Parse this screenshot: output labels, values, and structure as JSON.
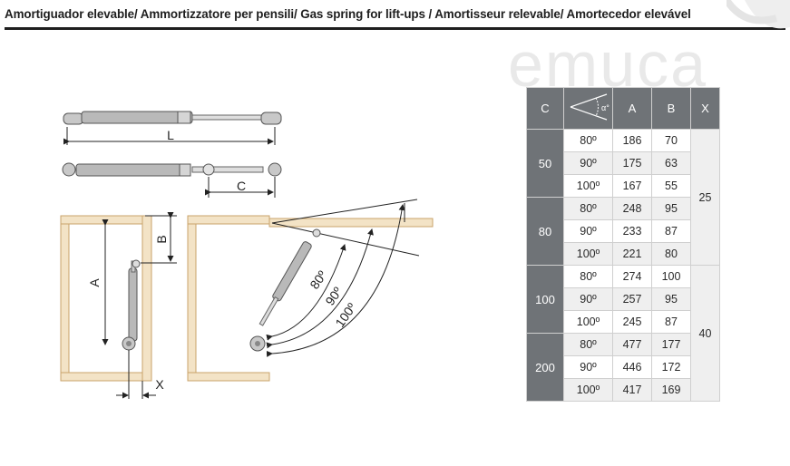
{
  "header": {
    "title": "Amortiguador elevable/ Ammortizzatore per pensili/ Gas spring for lift-ups / Amortisseur relevable/ Amortecedor elevável",
    "logo": "emuca"
  },
  "diagram": {
    "labels": {
      "L": "L",
      "C": "C",
      "A": "A",
      "B": "B",
      "X": "X"
    },
    "angles": [
      "80º",
      "90º",
      "100º"
    ]
  },
  "table": {
    "headers": {
      "c": "C",
      "angle_symbol": "α°",
      "a": "A",
      "b": "B",
      "x": "X"
    },
    "groups": [
      {
        "c": "50",
        "rows": [
          {
            "angle": "80º",
            "a": "186",
            "b": "70"
          },
          {
            "angle": "90º",
            "a": "175",
            "b": "63"
          },
          {
            "angle": "100º",
            "a": "167",
            "b": "55"
          }
        ]
      },
      {
        "c": "80",
        "rows": [
          {
            "angle": "80º",
            "a": "248",
            "b": "95"
          },
          {
            "angle": "90º",
            "a": "233",
            "b": "87"
          },
          {
            "angle": "100º",
            "a": "221",
            "b": "80"
          }
        ]
      },
      {
        "c": "100",
        "rows": [
          {
            "angle": "80º",
            "a": "274",
            "b": "100"
          },
          {
            "angle": "90º",
            "a": "257",
            "b": "95"
          },
          {
            "angle": "100º",
            "a": "245",
            "b": "87"
          }
        ]
      },
      {
        "c": "200",
        "rows": [
          {
            "angle": "80º",
            "a": "477",
            "b": "177"
          },
          {
            "angle": "90º",
            "a": "446",
            "b": "172"
          },
          {
            "angle": "100º",
            "a": "417",
            "b": "169"
          }
        ]
      }
    ],
    "x_values": [
      "25",
      "40"
    ]
  },
  "colors": {
    "header_gray": "#6f7377",
    "wood": "#f3e3c6",
    "wood_edge": "#c9a36b"
  }
}
